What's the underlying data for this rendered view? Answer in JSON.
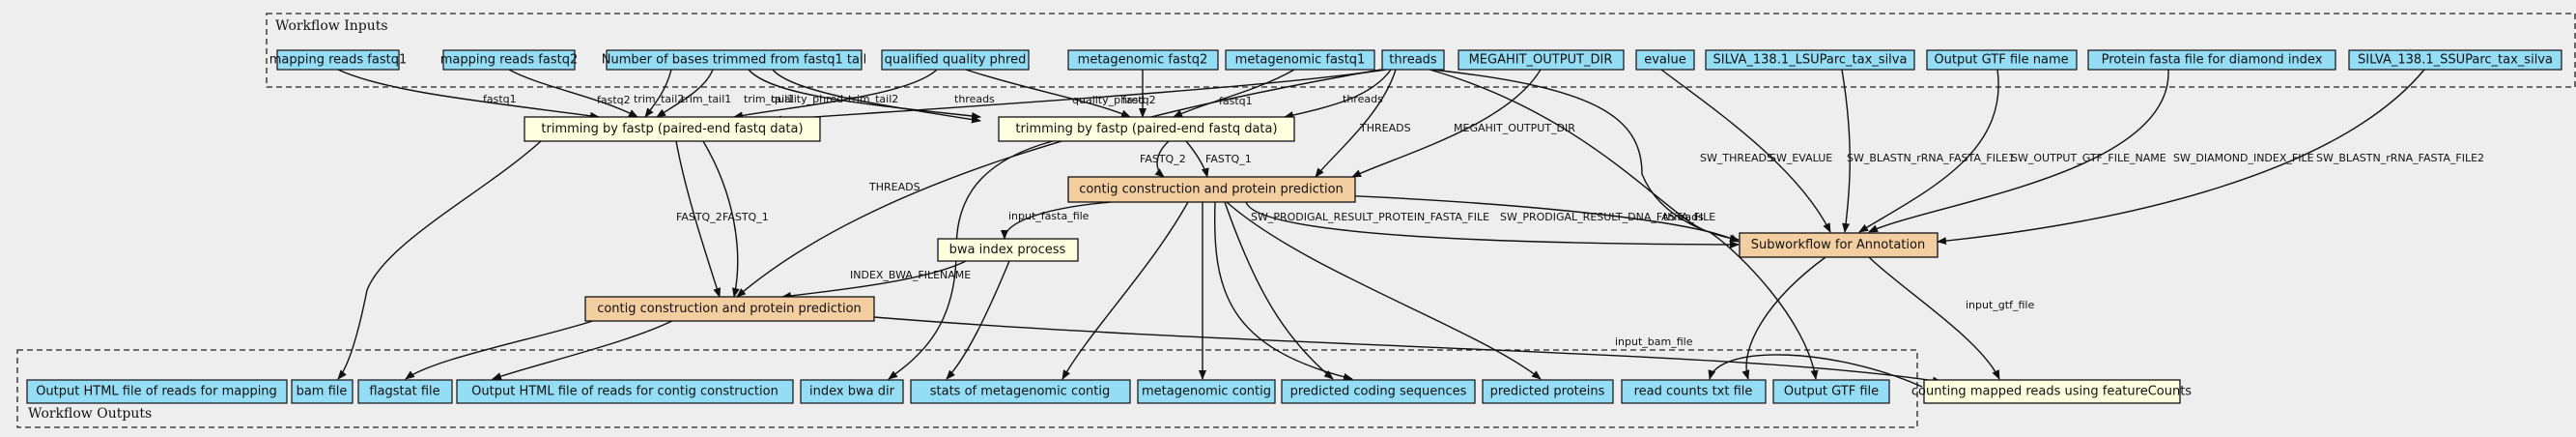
{
  "clusters": {
    "inputs_label": "Workflow Inputs",
    "outputs_label": "Workflow Outputs"
  },
  "inputs": {
    "mapping_reads_fastq1": "mapping reads fastq1",
    "mapping_reads_fastq2": "mapping reads fastq2",
    "bases_trimmed": "Number of bases trimmed from fastq1 tail",
    "qualified_quality_phred": "qualified quality phred",
    "metagenomic_fastq2": "metagenomic fastq2",
    "metagenomic_fastq1": "metagenomic fastq1",
    "threads": "threads",
    "megahit_output_dir": "MEGAHIT_OUTPUT_DIR",
    "evalue": "evalue",
    "silva_lsu": "SILVA_138.1_LSUParc_tax_silva",
    "output_gtf_file_name": "Output GTF file name",
    "protein_fasta_diamond": "Protein fasta file for diamond index",
    "silva_ssu": "SILVA_138.1_SSUParc_tax_silva"
  },
  "steps": {
    "trim_mapping": "trimming by fastp (paired-end fastq data)",
    "trim_metagenomic": "trimming by fastp (paired-end fastq data)",
    "contig_top": "contig construction and protein prediction",
    "bwa_index": "bwa index process",
    "contig_bottom": "contig construction and protein prediction",
    "subworkflow_annotation": "Subworkflow for Annotation",
    "featurecounts": "counting mapped reads using featureCounts"
  },
  "outputs": {
    "html_mapping": "Output HTML file of reads for mapping",
    "bam_file": "bam file",
    "flagstat_file": "flagstat file",
    "html_contig": "Output HTML file of reads for contig construction",
    "index_bwa_dir": "index bwa dir",
    "stats_contig": "stats of metagenomic contig",
    "metagenomic_contig": "metagenomic contig",
    "predicted_cds": "predicted coding sequences",
    "predicted_proteins": "predicted proteins",
    "read_counts": "read counts txt file",
    "output_gtf": "Output GTF file"
  },
  "edge_labels": {
    "fastq1_a": "fastq1",
    "fastq2_a": "fastq2",
    "trim_tail2_a": "trim_tail2",
    "trim_tail1_a": "trim_tail1",
    "trim_tail1_b": "trim_tail1",
    "trim_tail2_b": "trim_tail2",
    "quality_phred_a": "quality_phred",
    "threads_a": "threads",
    "quality_phred_b": "quality_phred",
    "fastq2_b": "fastq2",
    "fastq1_b": "fastq1",
    "threads_b": "threads",
    "threads_c": "THREADS",
    "threads_d": "THREADS",
    "megahit_output_dir": "MEGAHIT_OUTPUT_DIR",
    "sw_threads": "SW_THREADS",
    "sw_evalue": "SW_EVALUE",
    "sw_blastn_lsu": "SW_BLASTN_rRNA_FASTA_FILE1",
    "sw_output_gtf": "SW_OUTPUT_GTF_FILE_NAME",
    "sw_diamond_index": "SW_DIAMOND_INDEX_FILE",
    "sw_blastn_ssu": "SW_BLASTN_rRNA_FASTA_FILE2",
    "fastq_2_top": "FASTQ_2",
    "fastq_1_top": "FASTQ_1",
    "input_fasta_file": "input_fasta_file",
    "sw_prodigal_protein": "SW_PRODIGAL_RESULT_PROTEIN_FASTA_FILE",
    "sw_prodigal_dna": "SW_PRODIGAL_RESULT_DNA_FASTA_FILE",
    "threads_e": "threads",
    "fastq_2_bottom": "FASTQ_2",
    "fastq_1_bottom": "FASTQ_1",
    "index_bwa_filename": "INDEX_BWA_FILENAME",
    "input_gtf_file": "input_gtf_file",
    "input_bam_file": "input_bam_file"
  }
}
